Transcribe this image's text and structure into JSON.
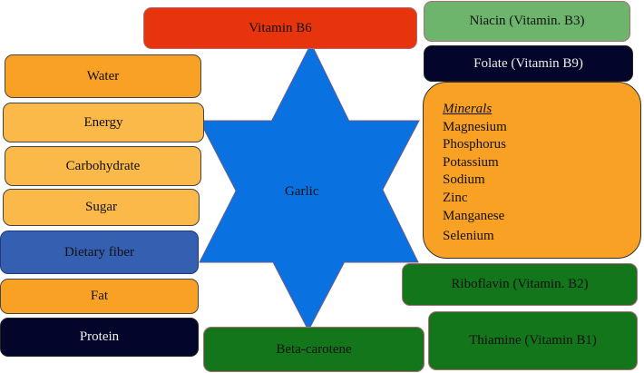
{
  "center": {
    "label": "Garlic",
    "color": "#0a72e0"
  },
  "top": {
    "vitamin_b6": "Vitamin B6",
    "niacin": "Niacin (Vitamin. B3)",
    "folate": "Folate (Vitamin B9)"
  },
  "left": [
    "Water",
    "Energy",
    "Carbohydrate",
    "Sugar",
    "Dietary fiber",
    "Fat",
    "Protein"
  ],
  "minerals": {
    "title": "Minerals",
    "items": [
      "Magnesium",
      "Phosphorus",
      "Potassium",
      "Sodium",
      "Zinc",
      "Manganese",
      "Selenium"
    ]
  },
  "right": {
    "riboflavin": "Riboflavin (Vitamin. B2)",
    "thiamine": "Thiamine (Vitamin B1)"
  },
  "bottom": {
    "beta_carotene": "Beta-carotene"
  },
  "colors": {
    "red": "#e8340c",
    "lightgreen": "#6db56d",
    "navy": "#03062a",
    "orange": "#f9a124",
    "lightorange": "#fbb94a",
    "blue": "#355fb0",
    "green": "#13761a"
  }
}
